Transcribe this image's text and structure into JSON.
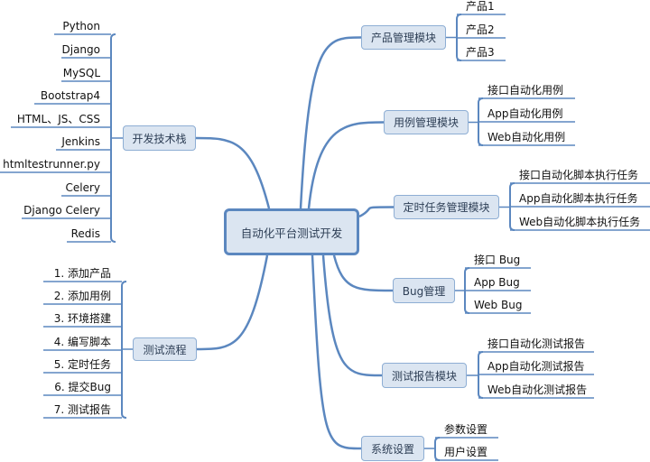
{
  "root": "自动化平台测试开发",
  "colors": {
    "line": "#5b87bf",
    "box_fill": "#dbe5f1",
    "box_border": "#8eaed4"
  },
  "branches": {
    "tech": {
      "label": "开发技术栈",
      "children": [
        "Python",
        "Django",
        "MySQL",
        "Bootstrap4",
        "HTML、JS、CSS",
        "Jenkins",
        "htmltestrunner.py",
        "Celery",
        "Django Celery",
        "Redis"
      ]
    },
    "flow": {
      "label": "测试流程",
      "children": [
        "1. 添加产品",
        "2. 添加用例",
        "3. 环境搭建",
        "4. 编写脚本",
        "5. 定时任务",
        "6. 提交Bug",
        "7. 测试报告"
      ]
    },
    "product": {
      "label": "产品管理模块",
      "children": [
        "产品1",
        "产品2",
        "产品3"
      ]
    },
    "case": {
      "label": "用例管理模块",
      "children": [
        "接口自动化用例",
        "App自动化用例",
        "Web自动化用例"
      ]
    },
    "task": {
      "label": "定时任务管理模块",
      "children": [
        "接口自动化脚本执行任务",
        "App自动化脚本执行任务",
        "Web自动化脚本执行任务"
      ]
    },
    "bug": {
      "label": "Bug管理",
      "children": [
        "接口 Bug",
        "App Bug",
        "Web Bug"
      ]
    },
    "report": {
      "label": "测试报告模块",
      "children": [
        "接口自动化测试报告",
        "App自动化测试报告",
        "Web自动化测试报告"
      ]
    },
    "settings": {
      "label": "系统设置",
      "children": [
        "参数设置",
        "用户设置"
      ]
    }
  }
}
